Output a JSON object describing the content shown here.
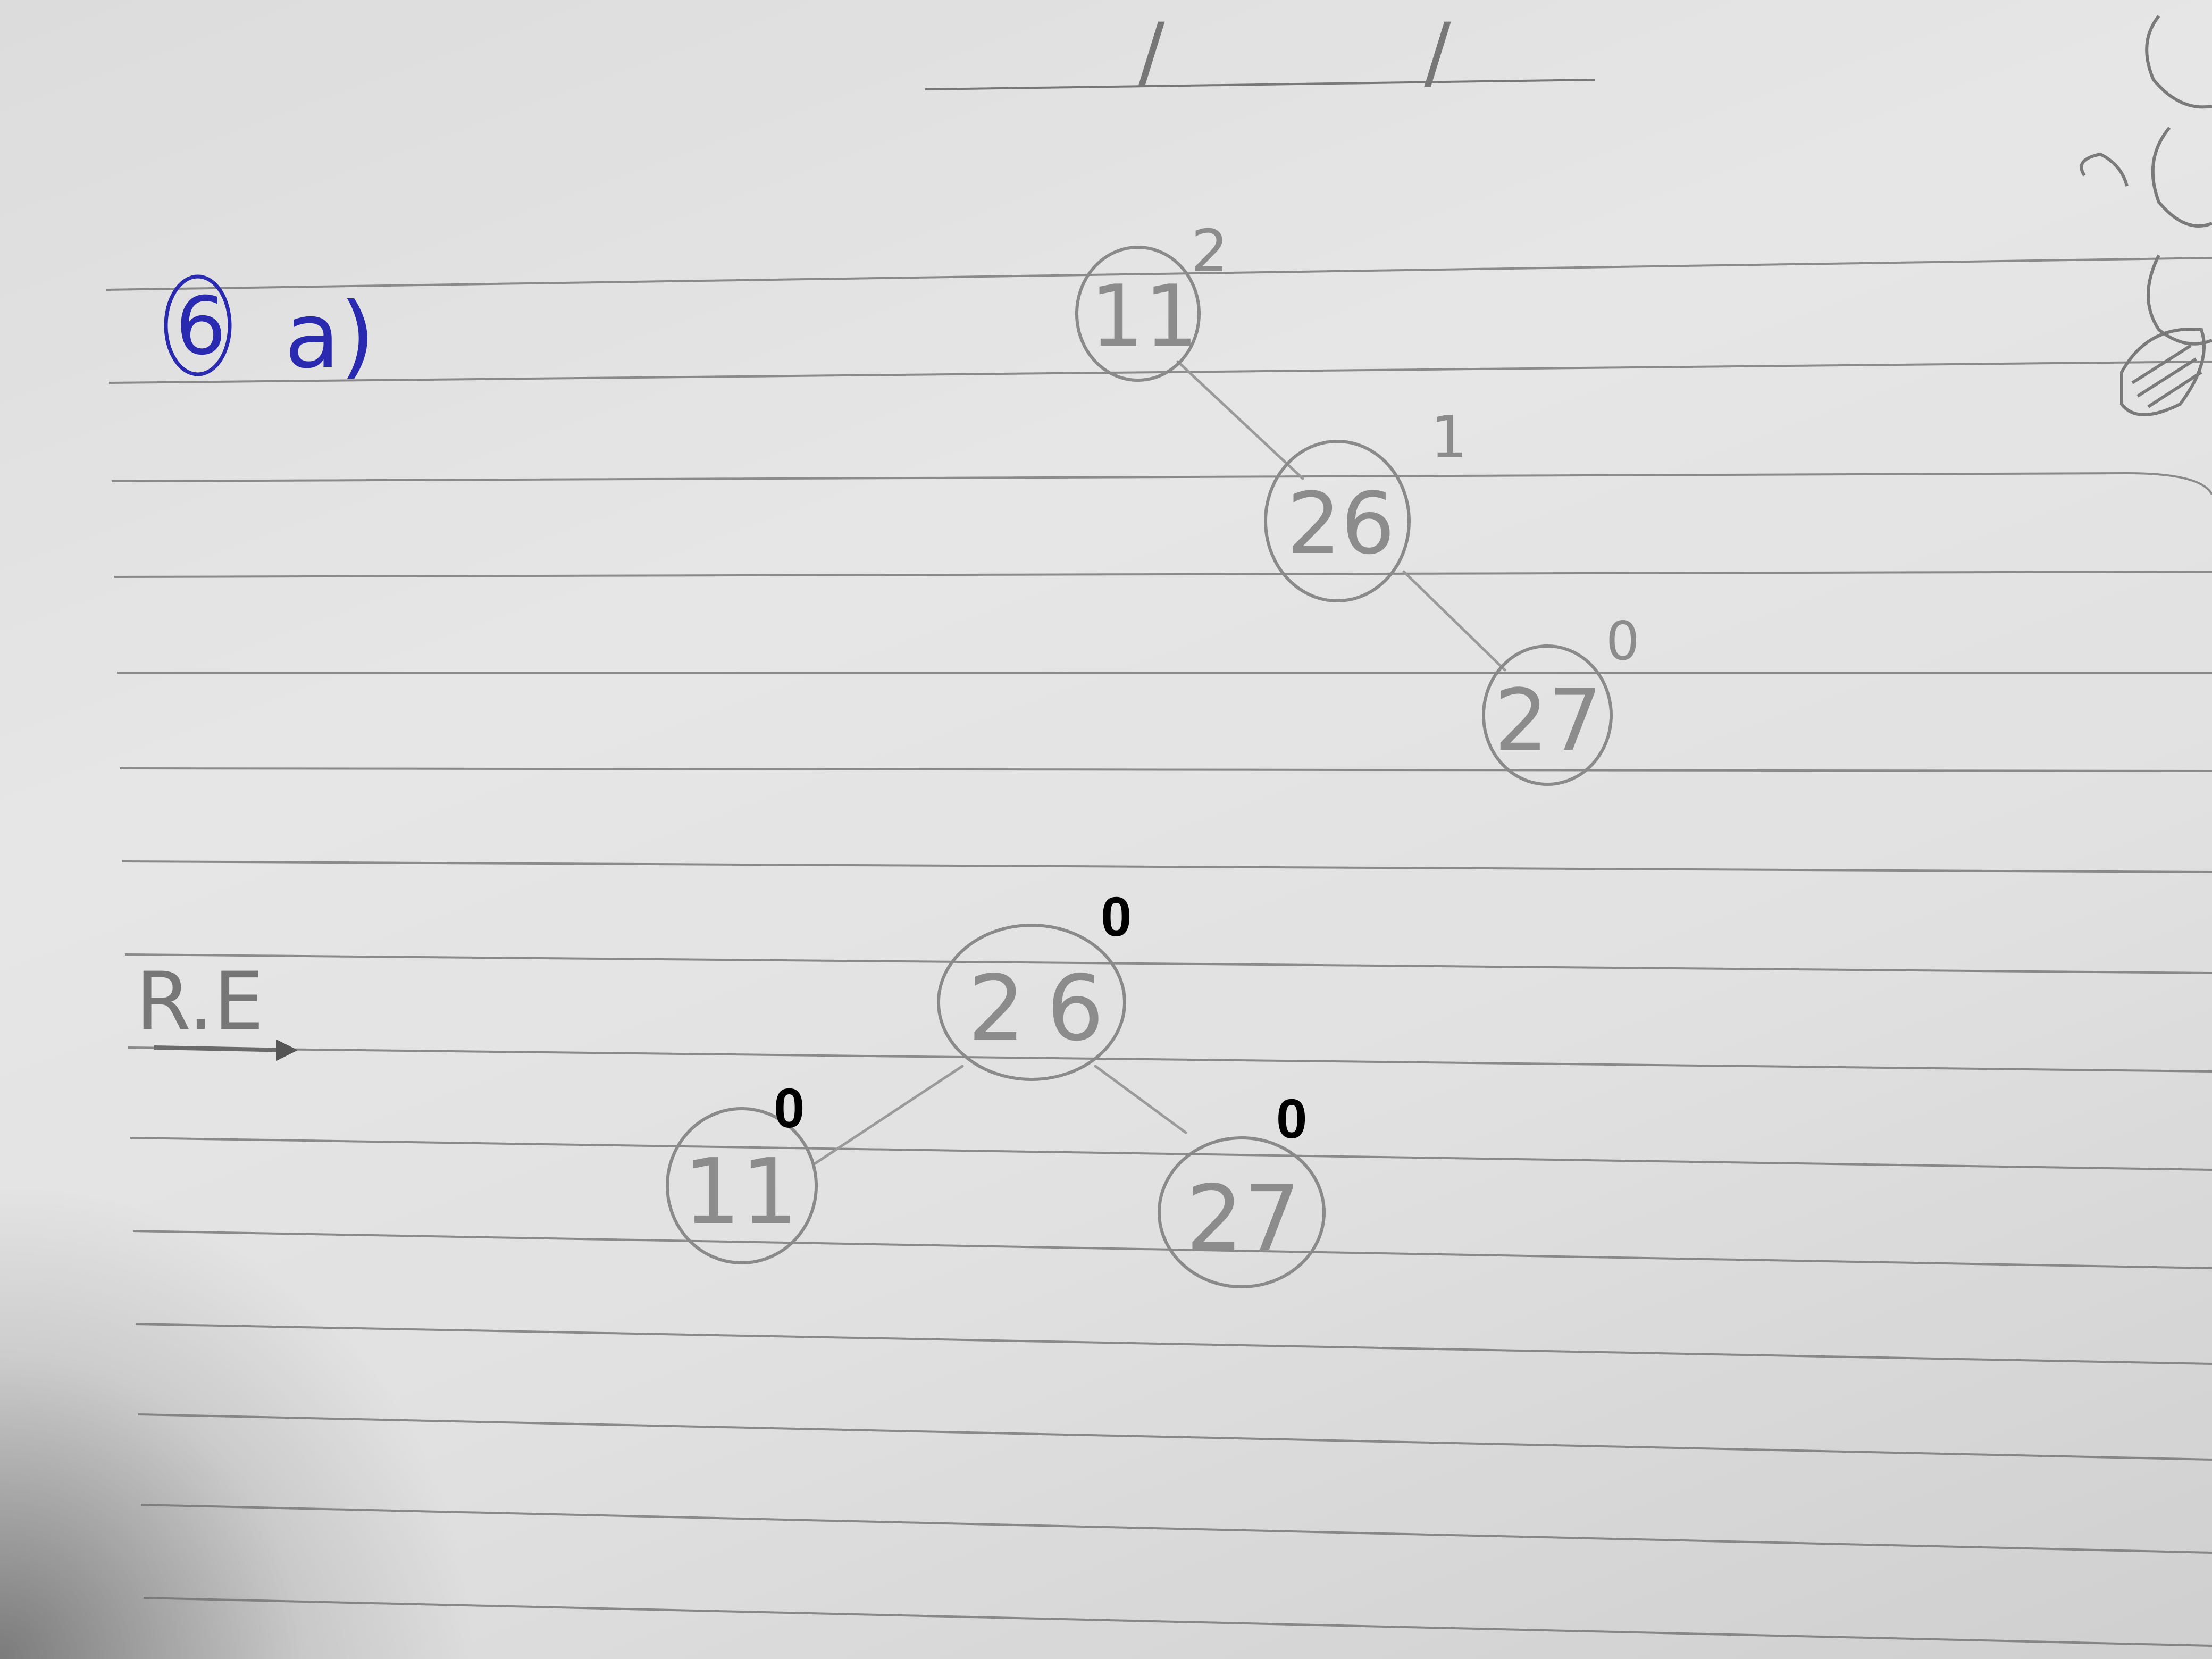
{
  "header": {
    "date_slashes": "/ /"
  },
  "exercise": {
    "label": "a)",
    "number": "6"
  },
  "tree_before": {
    "nodes": [
      {
        "value": "11",
        "balance": "2"
      },
      {
        "value": "26",
        "balance": "1"
      },
      {
        "value": "27",
        "balance": "0"
      }
    ]
  },
  "rotation_label": "R.E",
  "tree_after": {
    "root": {
      "value": "26",
      "balance": "0"
    },
    "left": {
      "value": "11",
      "balance": "0"
    },
    "right": {
      "value": "27",
      "balance": "0"
    }
  },
  "colors": {
    "paper": "#e2e2e2",
    "pencil": "#8a8a8a",
    "blue_ink": "#2a2ab0",
    "overlay_text": "#000000"
  }
}
